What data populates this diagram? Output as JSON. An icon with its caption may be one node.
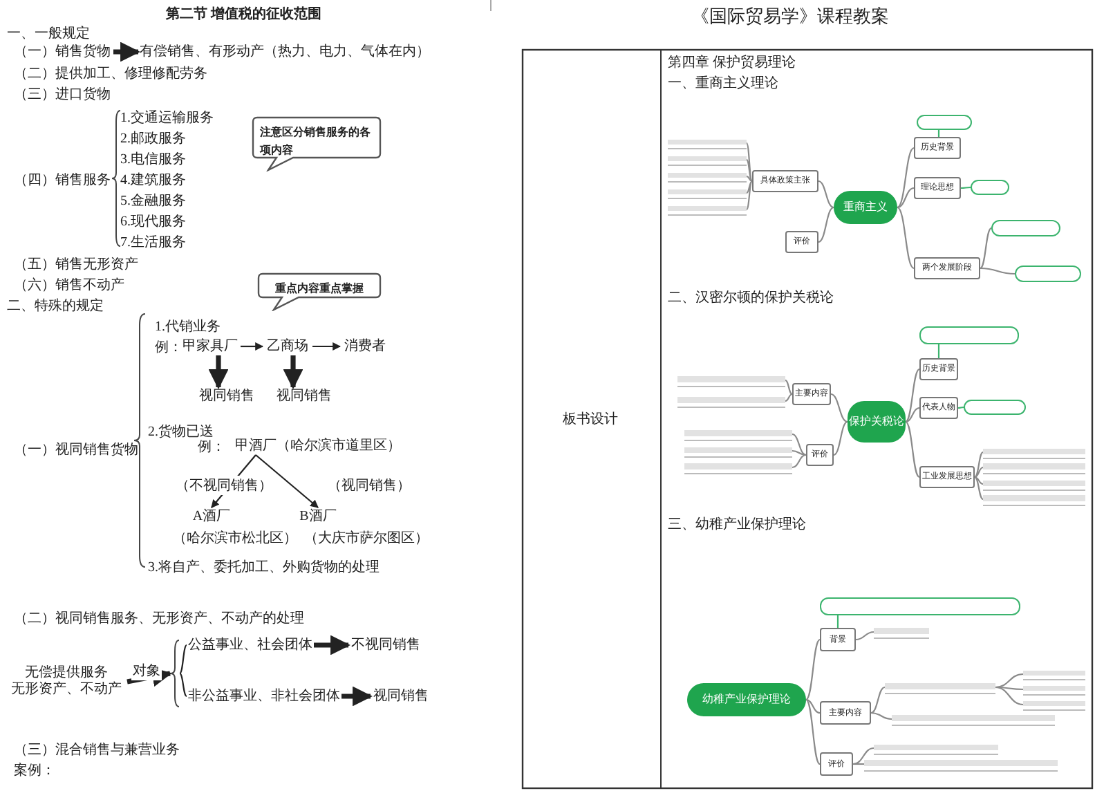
{
  "diagram": {
    "nodes": [
      {
        "text": [
          "（一）销售货物"
        ]
      },
      {
        "text": [
          "有偿销售、有形动产（热力、电力、气体在内）"
        ]
      },
      {
        "text": [
          "注意区分销售服务的各项内容"
        ]
      },
      {
        "text": [
          "重点内容重点掌握"
        ]
      },
      {
        "text": [
          "甲家具厂"
        ]
      },
      {
        "text": [
          "乙商场"
        ]
      },
      {
        "text": [
          "消费者"
        ]
      },
      {
        "text": [
          "视同销售"
        ]
      },
      {
        "text": [
          "视同销售"
        ]
      },
      {
        "text": [
          "甲酒厂（哈尔滨市道里区）"
        ]
      },
      {
        "text": [
          "A酒厂"
        ],
        "beside": [
          "（哈尔滨市松北区）"
        ]
      },
      {
        "text": [
          "B酒厂"
        ],
        "beside": [
          "（大庆市萨尔图区）"
        ]
      },
      {
        "text": [
          "无偿提供服务",
          "无形资产、不动产"
        ]
      },
      {
        "text": [
          "公益事业、社会团体"
        ]
      },
      {
        "text": [
          "不视同销售"
        ]
      },
      {
        "text": [
          "非公益事业、非社会团体"
        ]
      },
      {
        "text": [
          "视同销售"
        ]
      },
      {
        "text": [
          "重商主义"
        ]
      },
      {
        "text": [
          "具体政策主张"
        ]
      },
      {
        "text": [
          "评价"
        ]
      },
      {
        "text": [
          "历史背景"
        ]
      },
      {
        "text": [
          "理论思想"
        ]
      },
      {
        "text": [
          "两个发展阶段"
        ]
      },
      {
        "text": [],
        "shape": "bubble"
      },
      {
        "text": [],
        "shape": "bubble"
      },
      {
        "text": [],
        "shape": "bubble"
      },
      {
        "text": [],
        "shape": "bubble"
      },
      {
        "text": [],
        "shape": "line"
      },
      {
        "text": [],
        "shape": "line"
      },
      {
        "text": [],
        "shape": "line"
      },
      {
        "text": [],
        "shape": "line"
      },
      {
        "text": [],
        "shape": "line"
      },
      {
        "text": [
          "保护关税论"
        ]
      },
      {
        "text": [
          "主要内容"
        ]
      },
      {
        "text": [
          "评价"
        ]
      },
      {
        "text": [
          "历史背景"
        ]
      },
      {
        "text": [
          "代表人物"
        ]
      },
      {
        "text": [
          "工业发展思想"
        ]
      },
      {
        "text": [],
        "shape": "bubble"
      },
      {
        "text": [],
        "shape": "bubble"
      },
      {
        "text": [],
        "shape": "line"
      },
      {
        "text": [],
        "shape": "line"
      },
      {
        "text": [],
        "shape": "line"
      },
      {
        "text": [],
        "shape": "line"
      },
      {
        "text": [],
        "shape": "line"
      },
      {
        "text": [],
        "shape": "line"
      },
      {
        "text": [],
        "shape": "line"
      },
      {
        "text": [],
        "shape": "line"
      },
      {
        "text": [],
        "shape": "line"
      },
      {
        "text": [
          "幼稚产业保护理论"
        ]
      },
      {
        "text": [
          "背景"
        ]
      },
      {
        "text": [
          "主要内容"
        ]
      },
      {
        "text": [
          "评价"
        ]
      },
      {
        "text": [],
        "shape": "bubble"
      },
      {
        "text": [],
        "shape": "line"
      },
      {
        "text": [],
        "shape": "line"
      },
      {
        "text": [],
        "shape": "line"
      },
      {
        "text": [],
        "shape": "line"
      },
      {
        "text": [],
        "shape": "line"
      },
      {
        "text": [],
        "shape": "line"
      },
      {
        "text": [],
        "shape": "line"
      },
      {
        "text": [],
        "shape": "line"
      },
      {
        "text": [],
        "shape": "brace"
      }
    ],
    "edges": [
      {
        "from": 0,
        "to": 1,
        "arrow": "to",
        "style": "thick",
        "color": "#222222"
      },
      {
        "from": 4,
        "to": 5,
        "arrow": "to",
        "color": "#222222"
      },
      {
        "from": 5,
        "to": 6,
        "arrow": "to",
        "color": "#222222"
      },
      {
        "from": 4,
        "to": 7,
        "arrow": "to",
        "style": "thick",
        "color": "#222222"
      },
      {
        "from": 5,
        "to": 8,
        "arrow": "to",
        "style": "thick",
        "color": "#222222"
      },
      {
        "from": 9,
        "to": 10,
        "arrow": "to",
        "label": "（不视同销售）",
        "color": "#222222"
      },
      {
        "from": 9,
        "to": 11,
        "arrow": "to",
        "label": "（视同销售）",
        "color": "#222222"
      },
      {
        "from": 12,
        "to": 62,
        "arrow": "to",
        "label": "对象",
        "style": "thick",
        "color": "#222222"
      },
      {
        "from": 62,
        "to": 13,
        "arrow": "none",
        "color": "#222222"
      },
      {
        "from": 62,
        "to": 15,
        "arrow": "none",
        "color": "#222222"
      },
      {
        "from": 13,
        "to": 14,
        "arrow": "to",
        "style": "thick",
        "color": "#222222"
      },
      {
        "from": 15,
        "to": 16,
        "arrow": "to",
        "style": "thick",
        "color": "#222222"
      },
      {
        "from": 17,
        "to": 18,
        "arrow": "none"
      },
      {
        "from": 17,
        "to": 19,
        "arrow": "none"
      },
      {
        "from": 17,
        "to": 20,
        "arrow": "none"
      },
      {
        "from": 17,
        "to": 21,
        "arrow": "none"
      },
      {
        "from": 17,
        "to": 22,
        "arrow": "none"
      },
      {
        "from": 20,
        "to": 23,
        "arrow": "none",
        "color": "#3cb46e"
      },
      {
        "from": 21,
        "to": 24,
        "arrow": "none",
        "color": "#3cb46e"
      },
      {
        "from": 22,
        "to": 25,
        "arrow": "none"
      },
      {
        "from": 22,
        "to": 26,
        "arrow": "none"
      },
      {
        "from": 18,
        "to": 27,
        "arrow": "none"
      },
      {
        "from": 18,
        "to": 28,
        "arrow": "none"
      },
      {
        "from": 18,
        "to": 29,
        "arrow": "none"
      },
      {
        "from": 18,
        "to": 30,
        "arrow": "none"
      },
      {
        "from": 18,
        "to": 31,
        "arrow": "none"
      },
      {
        "from": 32,
        "to": 33,
        "arrow": "none"
      },
      {
        "from": 32,
        "to": 34,
        "arrow": "none"
      },
      {
        "from": 32,
        "to": 35,
        "arrow": "none"
      },
      {
        "from": 32,
        "to": 36,
        "arrow": "none"
      },
      {
        "from": 32,
        "to": 37,
        "arrow": "none"
      },
      {
        "from": 35,
        "to": 38,
        "arrow": "none",
        "color": "#3cb46e"
      },
      {
        "from": 36,
        "to": 39,
        "arrow": "none",
        "color": "#3cb46e"
      },
      {
        "from": 37,
        "to": 40,
        "arrow": "none"
      },
      {
        "from": 37,
        "to": 41,
        "arrow": "none"
      },
      {
        "from": 37,
        "to": 42,
        "arrow": "none"
      },
      {
        "from": 37,
        "to": 43,
        "arrow": "none"
      },
      {
        "from": 33,
        "to": 44,
        "arrow": "none"
      },
      {
        "from": 33,
        "to": 45,
        "arrow": "none"
      },
      {
        "from": 34,
        "to": 46,
        "arrow": "none"
      },
      {
        "from": 34,
        "to": 47,
        "arrow": "none"
      },
      {
        "from": 34,
        "to": 48,
        "arrow": "none"
      },
      {
        "from": 49,
        "to": 50,
        "arrow": "none"
      },
      {
        "from": 49,
        "to": 51,
        "arrow": "none"
      },
      {
        "from": 49,
        "to": 52,
        "arrow": "none"
      },
      {
        "from": 50,
        "to": 53,
        "arrow": "none",
        "color": "#3cb46e"
      },
      {
        "from": 50,
        "to": 54,
        "arrow": "none"
      },
      {
        "from": 51,
        "to": 55,
        "arrow": "none"
      },
      {
        "from": 55,
        "to": 56,
        "arrow": "none"
      },
      {
        "from": 55,
        "to": 57,
        "arrow": "none"
      },
      {
        "from": 55,
        "to": 58,
        "arrow": "none"
      },
      {
        "from": 51,
        "to": 59,
        "arrow": "none"
      },
      {
        "from": 52,
        "to": 60,
        "arrow": "none"
      },
      {
        "from": 52,
        "to": 61,
        "arrow": "none"
      }
    ],
    "labels": [
      "第二节 增值税的征收范围",
      "一、一般规定",
      "（二）提供加工、修理修配劳务",
      "（三）进口货物",
      "（四）销售服务",
      "1.交通运输服务",
      "2.邮政服务",
      "3.电信服务",
      "4.建筑服务",
      "5.金融服务",
      "6.现代服务",
      "7.生活服务",
      "（五）销售无形资产",
      "（六）销售不动产",
      "二、特殊的规定",
      "1.代销业务",
      "例：",
      "2.货物已送",
      "例：",
      "（一）视同销售货物",
      "3.将自产、委托加工、外购货物的处理",
      "（二）视同销售服务、无形资产、不动产的处理",
      "（三）混合销售与兼营业务",
      "案例：",
      "《国际贸易学》课程教案",
      "板书设计",
      "第四章 保护贸易理论",
      "一、重商主义理论",
      "二、汉密尔顿的保护关税论",
      "三、幼稚产业保护理论"
    ]
  }
}
